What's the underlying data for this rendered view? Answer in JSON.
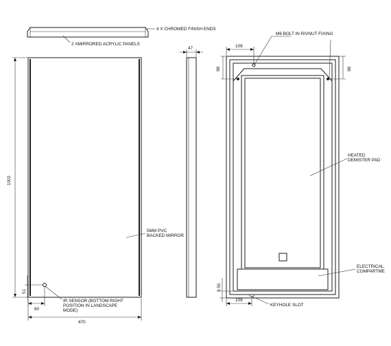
{
  "labels": {
    "chromed_ends": "4 X CHROMED FINISH ENDS",
    "acrylic_panels": "2 XMIRRORED ACRYLIC PANELS",
    "m6_bolt": "M6 BOLT IN RIVNUT FIXING",
    "demister_line1": "HEATED",
    "demister_line2": "DEMISTER PAD",
    "mirror_line1": "5MM PVC",
    "mirror_line2": "BACKED MIRROR",
    "ir_line1": "IR SENSOR (BOTTOM RIGHT",
    "ir_line2": "POSITION IN LANDSCAPE",
    "ir_line3": "MODE)",
    "electrical_line1": "ELECTRICAL",
    "electrical_line2": "COMPARTME",
    "keyhole": "KEYHOLE SLOT"
  },
  "dimensions": {
    "height": "1002",
    "width": "470",
    "depth": "47",
    "sensor_x": "60",
    "sensor_y": "51",
    "top_offset": "109",
    "top_drop_left": "98",
    "top_drop_right": "98",
    "bottom_offset": "109",
    "bottom_height": "9.50"
  }
}
